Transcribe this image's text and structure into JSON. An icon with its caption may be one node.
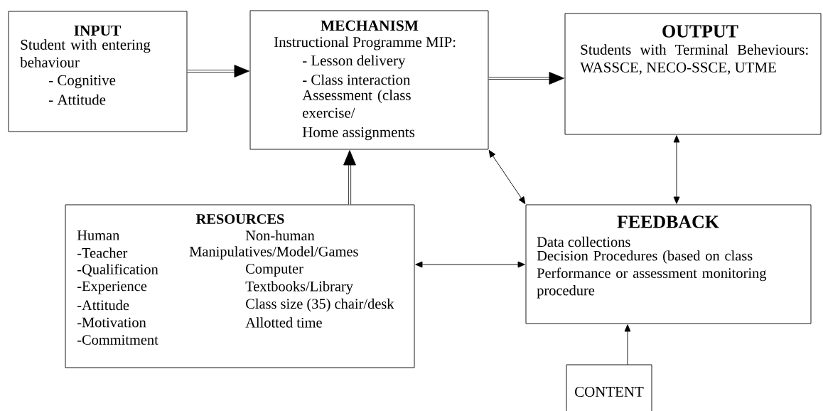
{
  "diagram": {
    "nodes": [
      {
        "text": [
          "INPUT",
          "Student with entering behaviour",
          "- Cognitive",
          "- Attitude"
        ]
      },
      {
        "text": [
          "MECHANISM",
          "Instructional Programme MIP:",
          "- Lesson delivery",
          "- Class interaction",
          "Assessment (class exercise/",
          "Home assignments"
        ]
      },
      {
        "text": [
          "OUTPUT",
          "Students with Terminal Beheviours: WASSCE, NECO-SSCE, UTME"
        ]
      },
      {
        "text": [
          "RESOURCES",
          "Human",
          "-Teacher",
          "-Qualification",
          "-Experience",
          "-Attitude",
          "-Motivation",
          "-Commitment",
          "Non-human",
          "Manipulatives/Model/Games",
          "Computer",
          "Textbooks/Library",
          "Class size (35) chair/desk",
          "Allotted time"
        ]
      },
      {
        "text": [
          "FEEDBACK",
          "Data collections",
          "Decision Procedures (based on class Performance or assessment monitoring procedure"
        ]
      },
      {
        "text": [
          "CONTENT"
        ]
      }
    ],
    "edges": [
      {
        "from": 0,
        "to": 1,
        "arrow": "to",
        "style": "thick"
      },
      {
        "from": 1,
        "to": 2,
        "arrow": "to",
        "style": "thick"
      },
      {
        "from": 3,
        "to": 1,
        "arrow": "to",
        "style": "thick"
      },
      {
        "from": 1,
        "to": 4,
        "arrow": "both"
      },
      {
        "from": 2,
        "to": 4,
        "arrow": "both"
      },
      {
        "from": 3,
        "to": 4,
        "arrow": "both"
      },
      {
        "from": 5,
        "to": 4,
        "arrow": "to"
      }
    ]
  }
}
